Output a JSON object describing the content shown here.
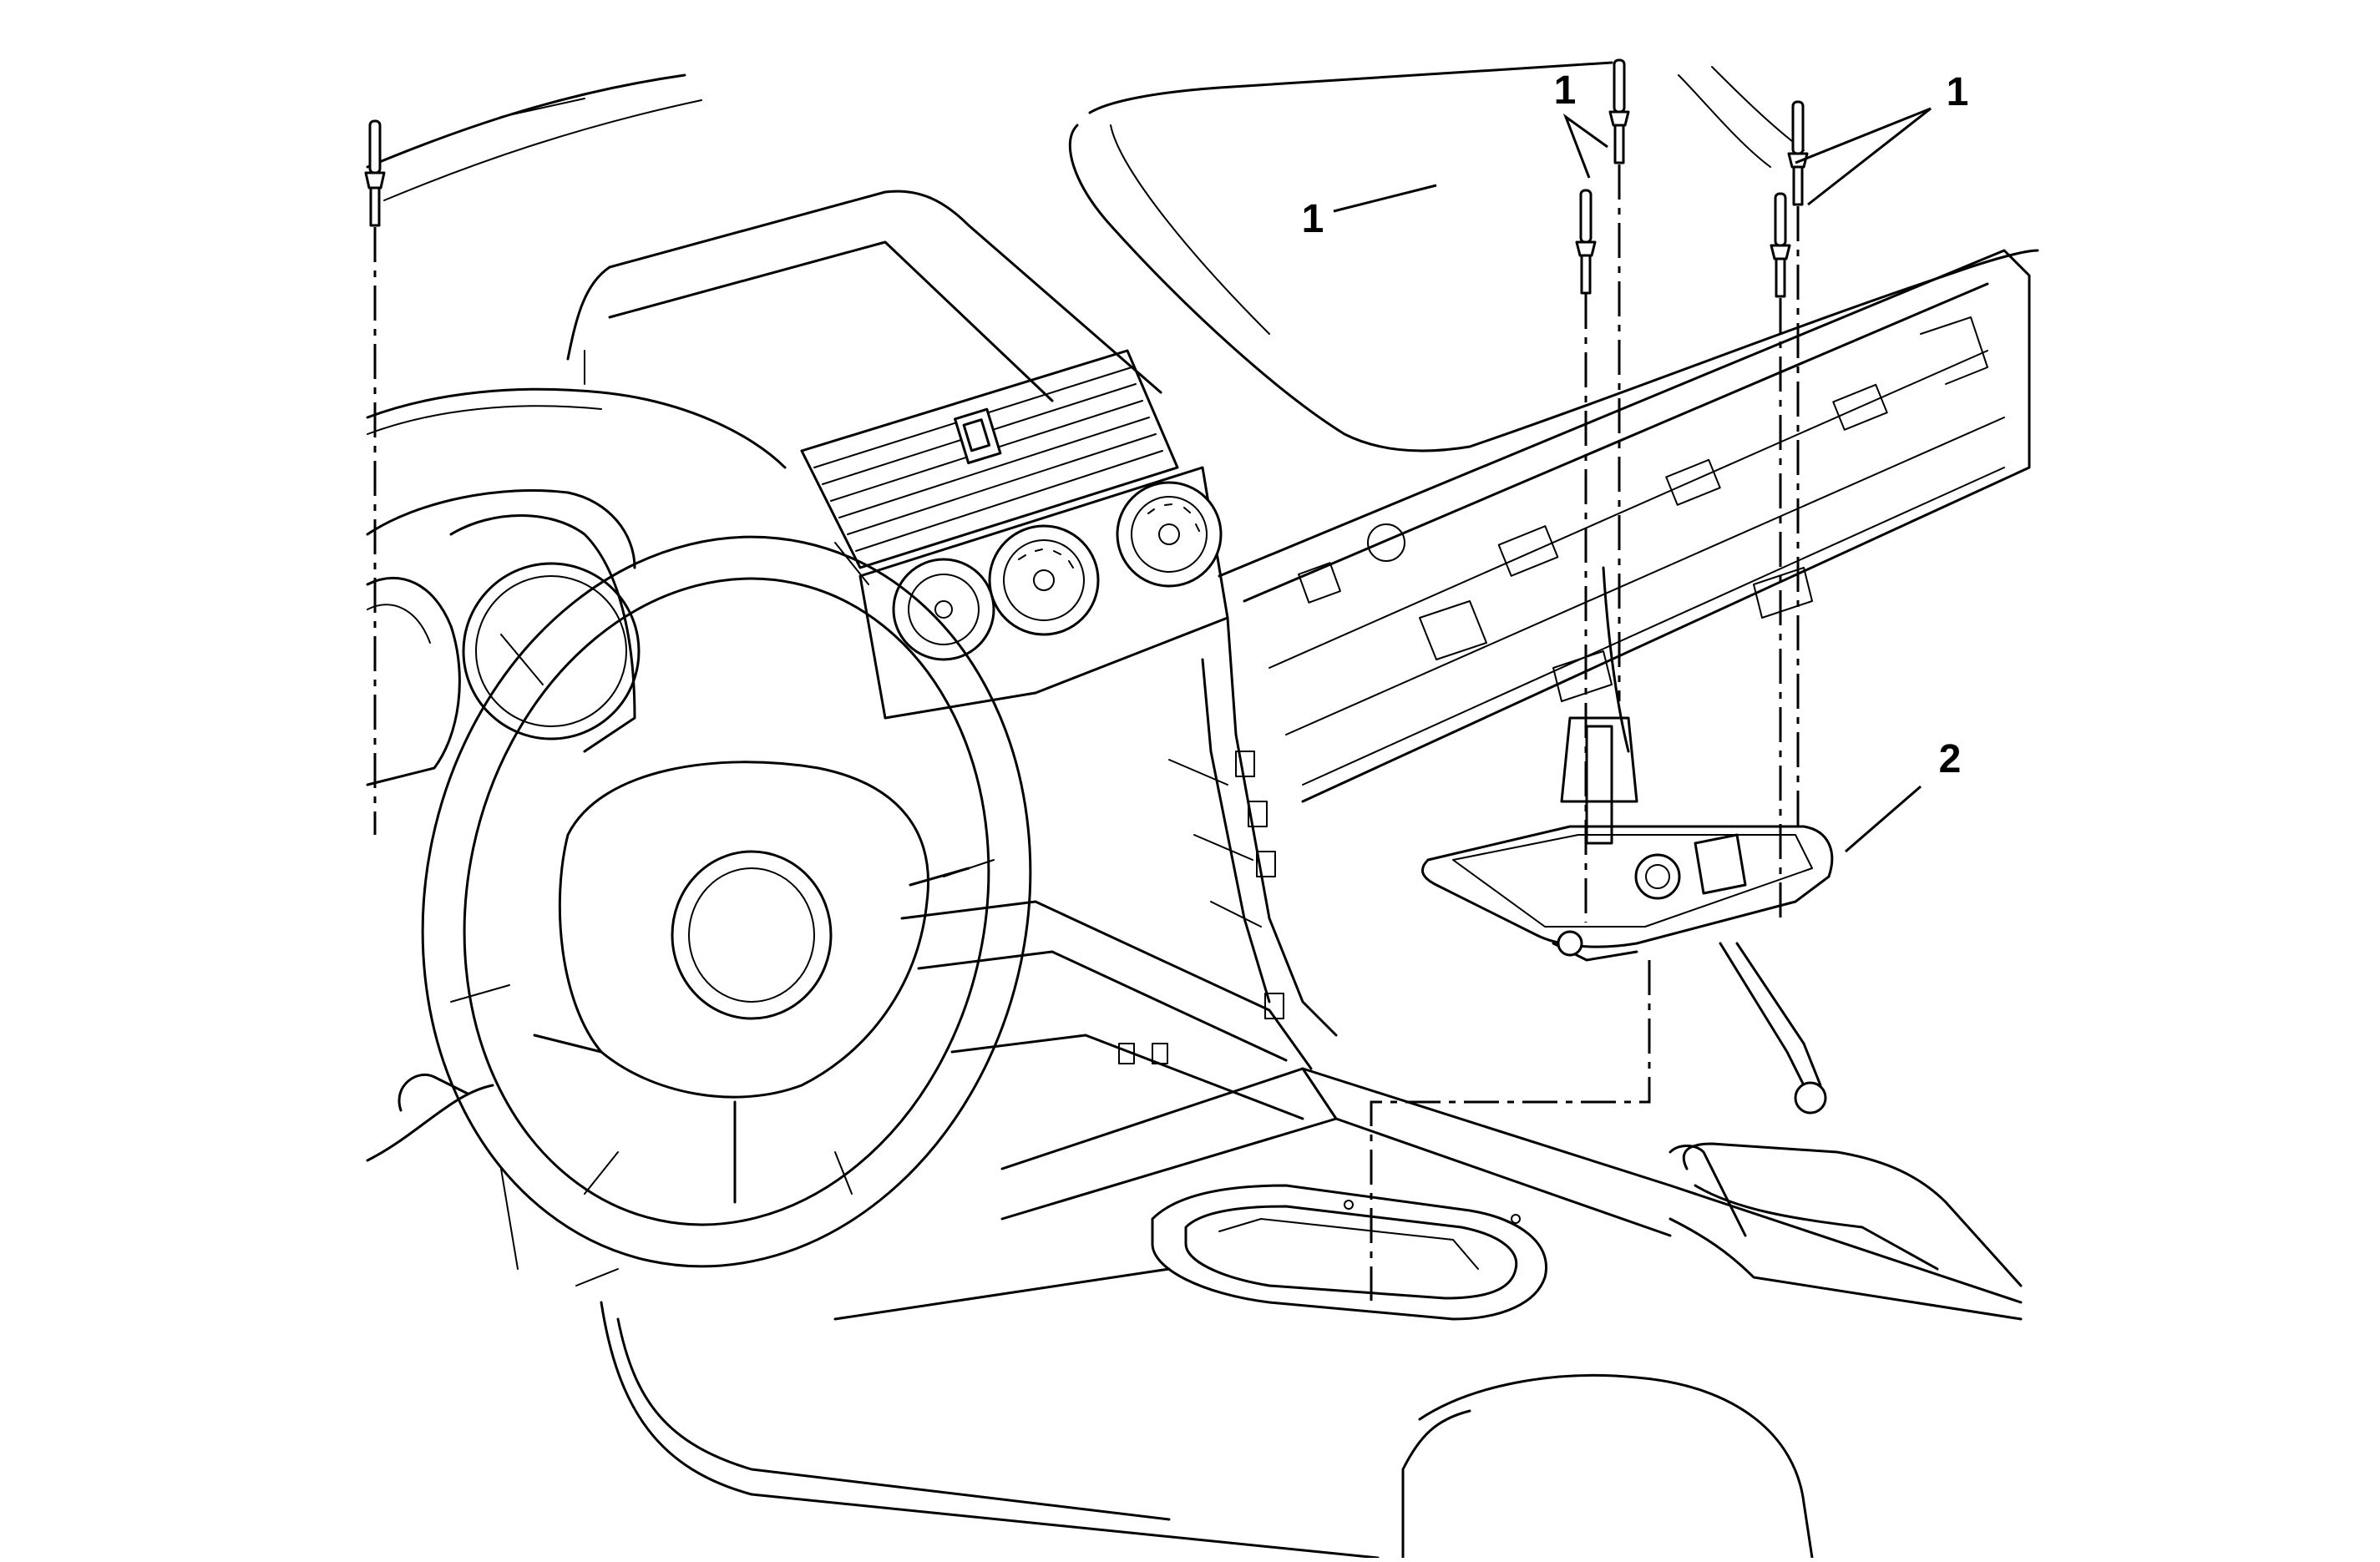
{
  "figure": {
    "callouts": [
      {
        "id": "fastener-left",
        "label": "1"
      },
      {
        "id": "fastener-center",
        "label": "1"
      },
      {
        "id": "fastener-right",
        "label": "1"
      },
      {
        "id": "shifter-assembly",
        "label": "2"
      }
    ]
  }
}
